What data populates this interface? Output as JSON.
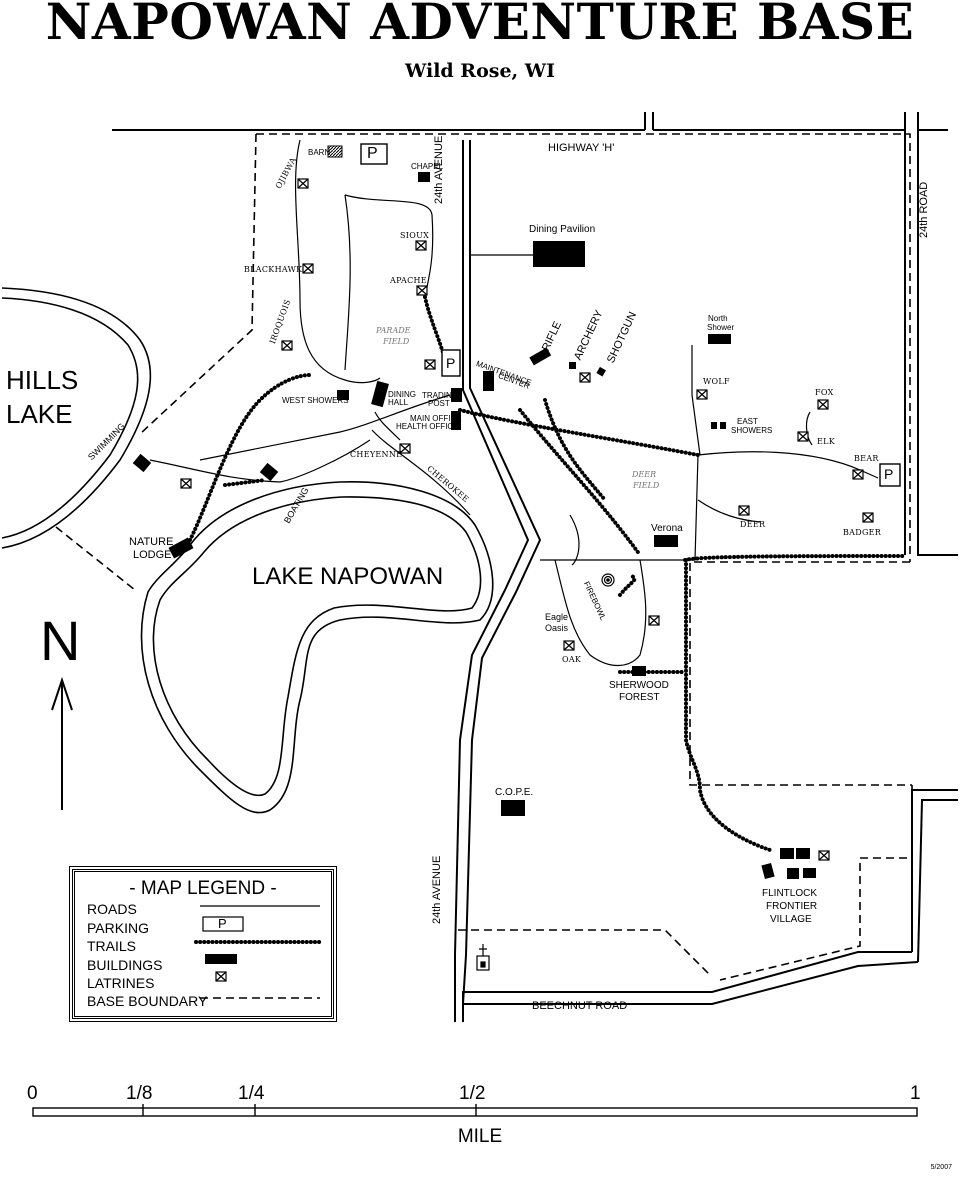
{
  "title": "NAPOWAN ADVENTURE BASE",
  "subtitle": "Wild Rose, WI",
  "parking_symbol": "P",
  "labels": {
    "highway_h": "HIGHWAY 'H'",
    "ave_24_top": "24th AVENUE",
    "ave_24_bottom": "24th AVENUE",
    "road_24": "24th ROAD",
    "beechnut": "BEECHNUT ROAD",
    "hills_lake_1": "HILLS",
    "hills_lake_2": "LAKE",
    "lake_napowan": "LAKE NAPOWAN",
    "swimming": "SWIMMING",
    "boating": "BOATING",
    "barn": "BARN",
    "chapel": "CHAPEL",
    "ojibwa": "OJIBWA",
    "sioux": "SIOUX",
    "apache": "APACHE",
    "blackhawk": "BLACKHAWK",
    "iroquois": "IROQUOIS",
    "parade_field_1": "PARADE",
    "parade_field_2": "FIELD",
    "west_showers": "WEST SHOWERS",
    "dining_hall_1": "DINING",
    "dining_hall_2": "HALL",
    "trading_post_1": "TRADING",
    "trading_post_2": "POST",
    "main_office_1": "MAIN OFFICE",
    "main_office_2": "HEALTH OFFICE",
    "cheyenne": "CHEYENNE",
    "cherokee": "CHEROKEE",
    "nature_lodge_1": "NATURE",
    "nature_lodge_2": "LODGE",
    "dining_pavilion": "Dining Pavilion",
    "maintenance_1": "MAINTENANCE",
    "maintenance_2": "CENTER",
    "rifle": "RIFLE",
    "archery": "ARCHERY",
    "shotgun": "SHOTGUN",
    "north_shower_1": "North",
    "north_shower_2": "Shower",
    "wolf": "WOLF",
    "east_showers_1": "EAST",
    "east_showers_2": "SHOWERS",
    "fox": "FOX",
    "elk": "ELK",
    "bear": "BEAR",
    "badger": "BADGER",
    "deer": "DEER",
    "deer_field_1": "DEER",
    "deer_field_2": "FIELD",
    "verona": "Verona",
    "firebowl": "FIREBOWL",
    "eagle_oasis_1": "Eagle",
    "eagle_oasis_2": "Oasis",
    "oak": "OAK",
    "sherwood_1": "SHERWOOD",
    "sherwood_2": "FOREST",
    "cope": "C.O.P.E.",
    "flintlock_1": "FLINTLOCK",
    "flintlock_2": "FRONTIER",
    "flintlock_3": "VILLAGE",
    "north": "N"
  },
  "legend": {
    "title": "- MAP LEGEND -",
    "roads": "ROADS",
    "parking": "PARKING",
    "trails": "TRAILS",
    "buildings": "BUILDINGS",
    "latrines": "LATRINES",
    "boundary": "BASE BOUNDARY"
  },
  "scale": {
    "ticks": [
      "0",
      "1/8",
      "1/4",
      "1/2",
      "1"
    ],
    "unit": "MILE"
  },
  "date": "5/2007"
}
